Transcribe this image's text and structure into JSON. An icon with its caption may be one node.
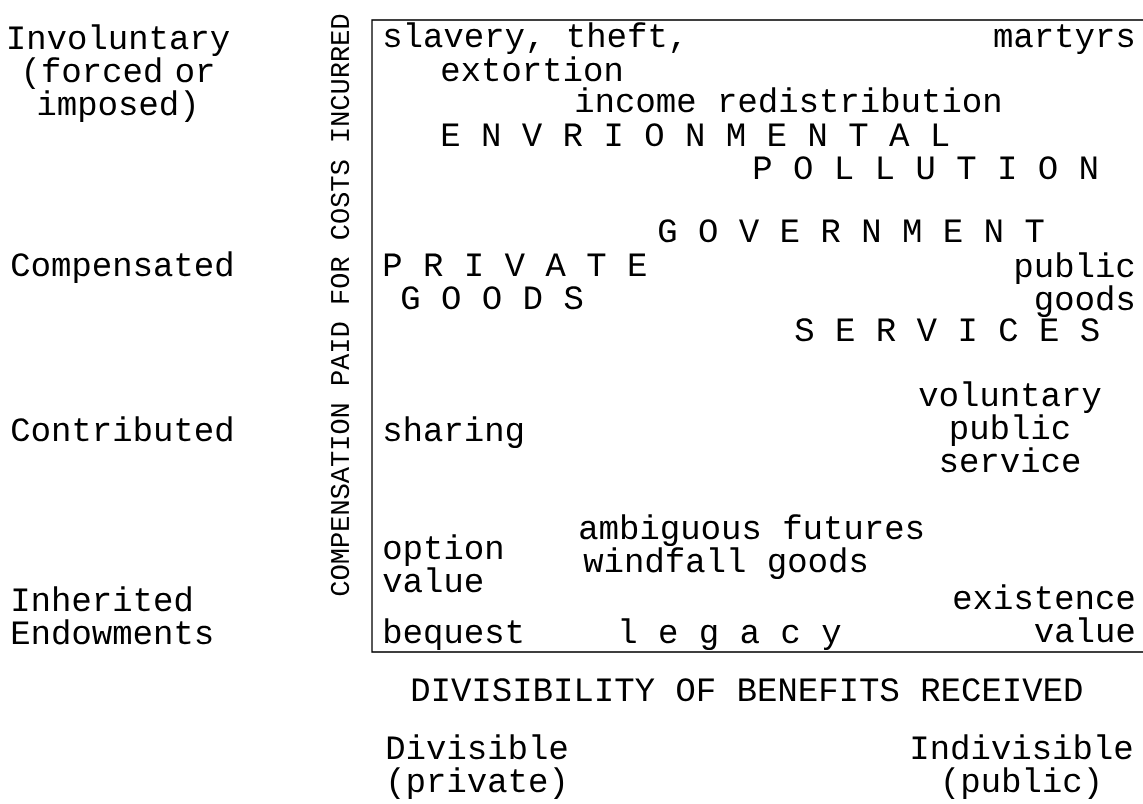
{
  "diagram": {
    "labels": [
      "Involuntary (forced or imposed)",
      "slavery, theft,",
      "martyrs",
      "extortion",
      "income redistribution",
      "E N V R I O N M E N T A L",
      "P O L L U T I O N",
      "G O V E R N M E N T",
      "Compensated",
      "P R I V A T E",
      "public goods",
      "G O O D S",
      "S E R V I C E S",
      "voluntary public service",
      "Contributed",
      "sharing",
      "ambiguous futures",
      "windfall goods",
      "option value",
      "Inherited Endowments",
      "existence value",
      "bequest",
      "l e g a c y",
      "COMPENSATION PAID FOR COSTS INCURRED",
      "DIVISIBILITY OF BENEFITS RECEIVED",
      "Divisible (private)",
      "Indivisible (public)"
    ]
  }
}
